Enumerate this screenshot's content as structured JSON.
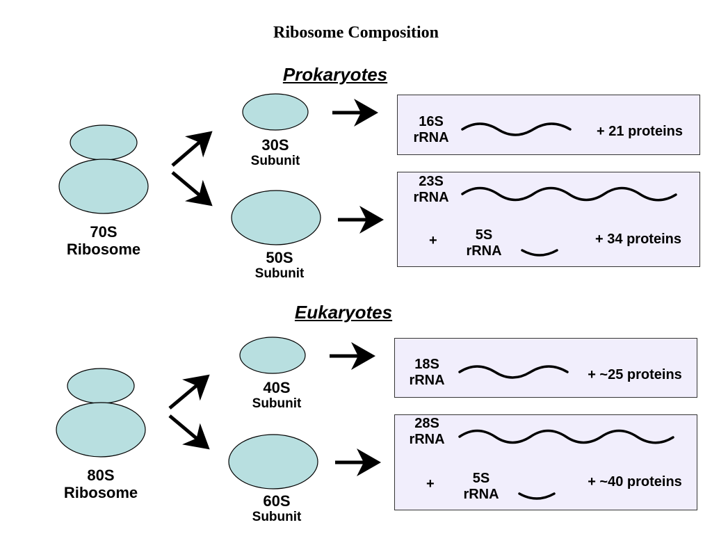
{
  "title": "Ribosome Composition",
  "prokaryotes": {
    "heading": "Prokaryotes",
    "ribosome": {
      "size": "70S",
      "name": "Ribosome"
    },
    "small_subunit": {
      "size": "30S",
      "name": "Subunit",
      "rrna": {
        "size": "16S",
        "name": "rRNA"
      },
      "proteins": "+ 21 proteins"
    },
    "large_subunit": {
      "size": "50S",
      "name": "Subunit",
      "rrna": {
        "size": "23S",
        "name": "rRNA"
      },
      "plus": "+",
      "rrna2": {
        "size": "5S",
        "name": "rRNA"
      },
      "proteins": "+ 34 proteins"
    }
  },
  "eukaryotes": {
    "heading": "Eukaryotes",
    "ribosome": {
      "size": "80S",
      "name": "Ribosome"
    },
    "small_subunit": {
      "size": "40S",
      "name": "Subunit",
      "rrna": {
        "size": "18S",
        "name": "rRNA"
      },
      "proteins": "+ ~25 proteins"
    },
    "large_subunit": {
      "size": "60S",
      "name": "Subunit",
      "rrna": {
        "size": "28S",
        "name": "rRNA"
      },
      "plus": "+",
      "rrna2": {
        "size": "5S",
        "name": "rRNA"
      },
      "proteins": "+ ~40 proteins"
    }
  },
  "colors": {
    "subunit_fill": "#b8dfe0",
    "box_fill": "#f1eefc",
    "stroke": "#000000"
  }
}
